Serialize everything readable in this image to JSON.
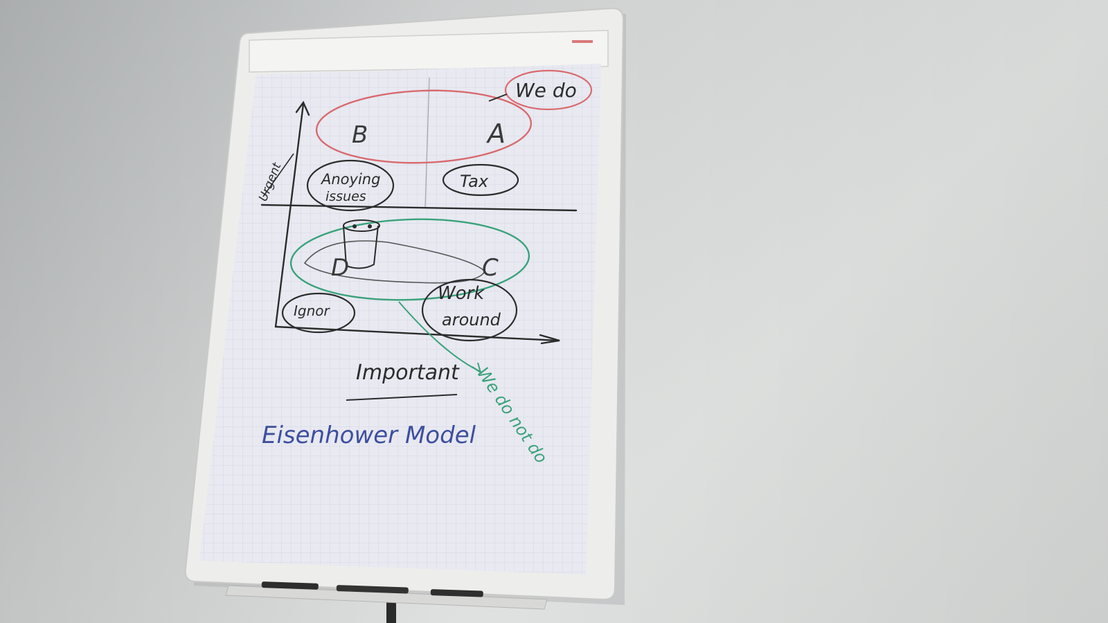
{
  "scene": {
    "description_free": true
  },
  "chart_labels": {
    "quadrant_a": "A",
    "quadrant_b": "B",
    "quadrant_c": "C",
    "quadrant_d": "D",
    "y_axis": "Urgent",
    "x_axis": "Important",
    "annoying": "Anoying issues",
    "annoying_line1": "Anoying",
    "annoying_line2": "issues",
    "tax": "Tax",
    "ignor": "Ignor",
    "work": "Work",
    "around": "around",
    "we_do": "We do",
    "we_do_not_do": "We do not do",
    "title": "Eisenhower Model"
  },
  "colors": {
    "wall": "#d8dada",
    "frame": "#ececea",
    "paper": "#e7e8f0",
    "grid_line": "#c8cbd9",
    "ink_black": "#2b2b2b",
    "ink_red": "#d96a6e",
    "ink_green": "#3aa27a",
    "ink_blue": "#3d4f9e"
  },
  "markers": [
    {
      "name": "marker-1"
    },
    {
      "name": "marker-2"
    },
    {
      "name": "marker-3"
    }
  ]
}
